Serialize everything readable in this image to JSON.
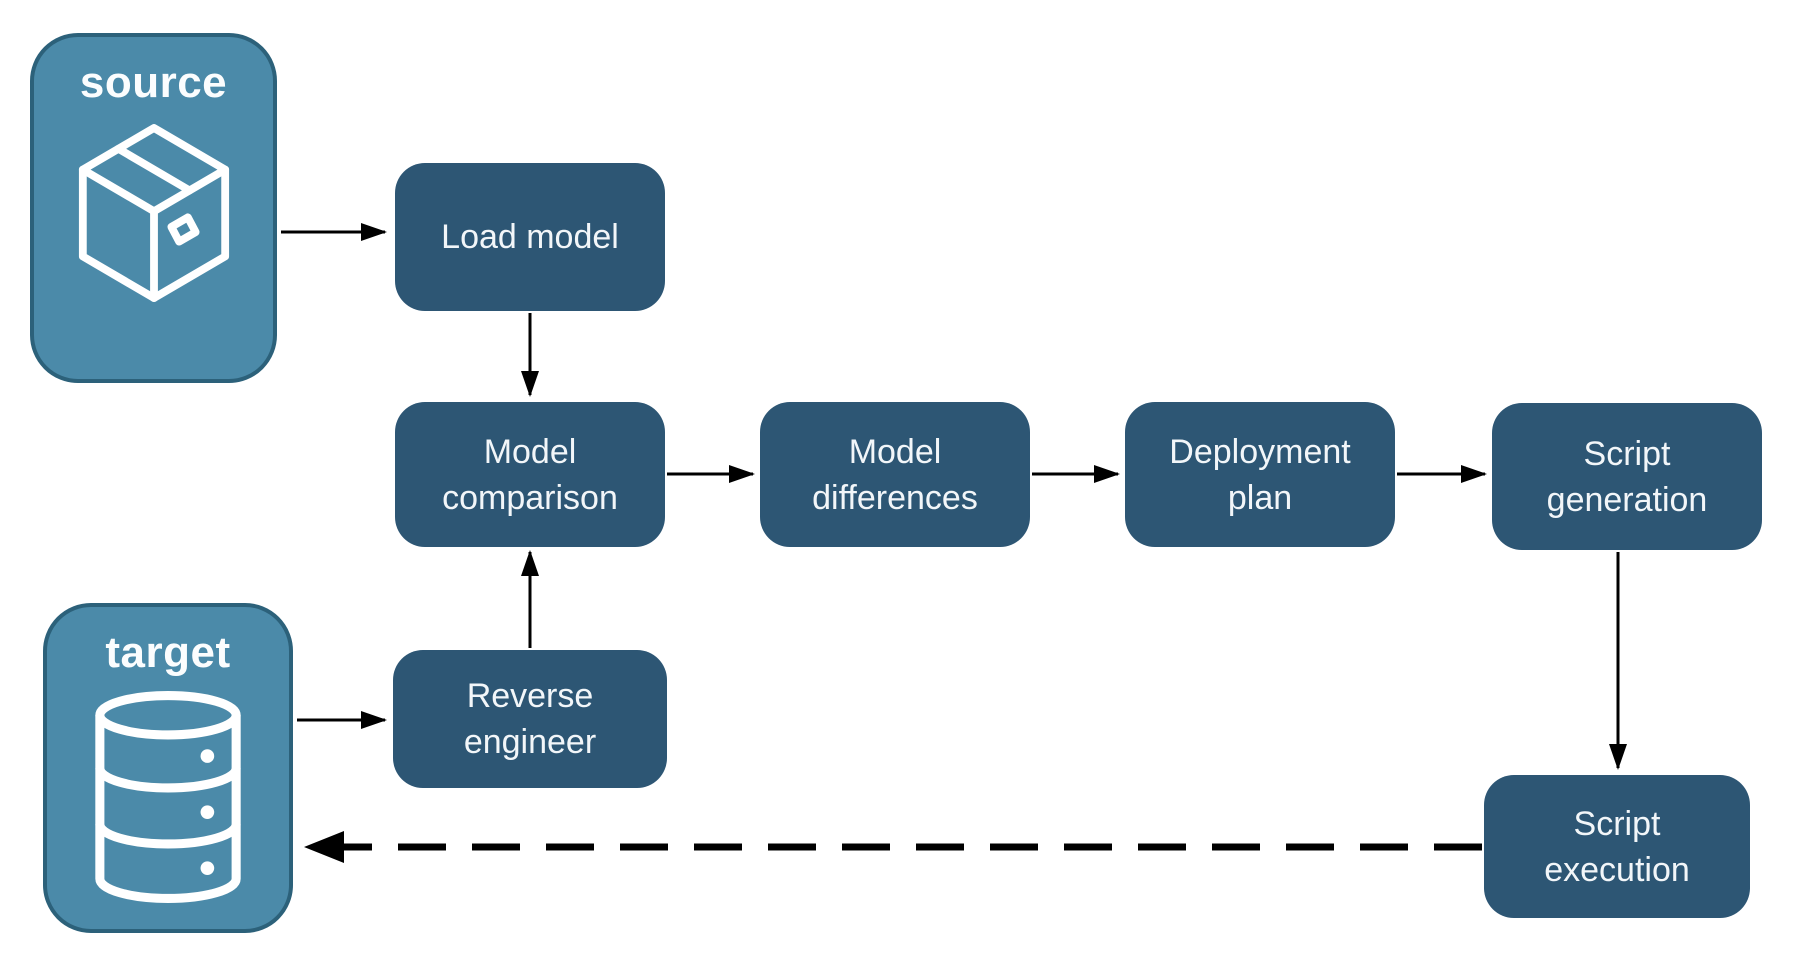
{
  "diagram": {
    "source": {
      "label": "source",
      "icon": "package-icon"
    },
    "target": {
      "label": "target",
      "icon": "database-icon"
    },
    "nodes": {
      "load_model": {
        "label": "Load model"
      },
      "model_comparison": {
        "label": "Model comparison"
      },
      "model_differences": {
        "label": "Model differences"
      },
      "deployment_plan": {
        "label": "Deployment plan"
      },
      "script_generation": {
        "label": "Script generation"
      },
      "script_execution": {
        "label": "Script execution"
      },
      "reverse_engineer": {
        "label": "Reverse engineer"
      }
    },
    "flows": [
      {
        "from": "source",
        "to": "load_model",
        "style": "solid"
      },
      {
        "from": "load_model",
        "to": "model_comparison",
        "style": "solid"
      },
      {
        "from": "model_comparison",
        "to": "model_differences",
        "style": "solid"
      },
      {
        "from": "model_differences",
        "to": "deployment_plan",
        "style": "solid"
      },
      {
        "from": "deployment_plan",
        "to": "script_generation",
        "style": "solid"
      },
      {
        "from": "script_generation",
        "to": "script_execution",
        "style": "solid"
      },
      {
        "from": "target",
        "to": "reverse_engineer",
        "style": "solid"
      },
      {
        "from": "reverse_engineer",
        "to": "model_comparison",
        "style": "solid"
      },
      {
        "from": "script_execution",
        "to": "target",
        "style": "dashed"
      }
    ],
    "colors": {
      "light_fill": "#4B8AA9",
      "light_border": "#2C617A",
      "node_fill": "#2D5674",
      "node_text": "#F2F6F9",
      "arrow": "#000000"
    }
  }
}
